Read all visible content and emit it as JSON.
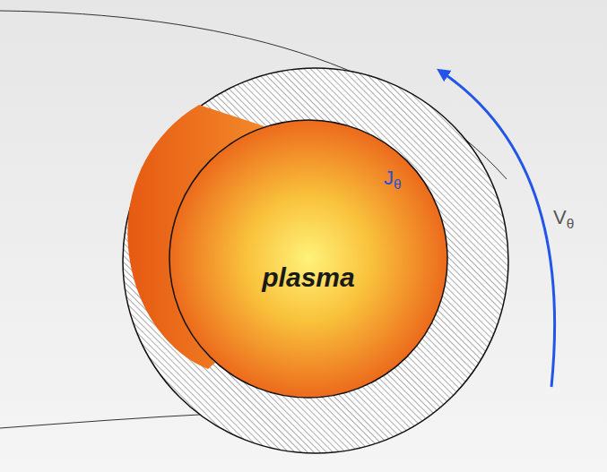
{
  "diagram": {
    "nodes": [
      {
        "text": [
          "plasma"
        ]
      }
    ],
    "labels": [
      "Jθ",
      "Vθ"
    ]
  }
}
